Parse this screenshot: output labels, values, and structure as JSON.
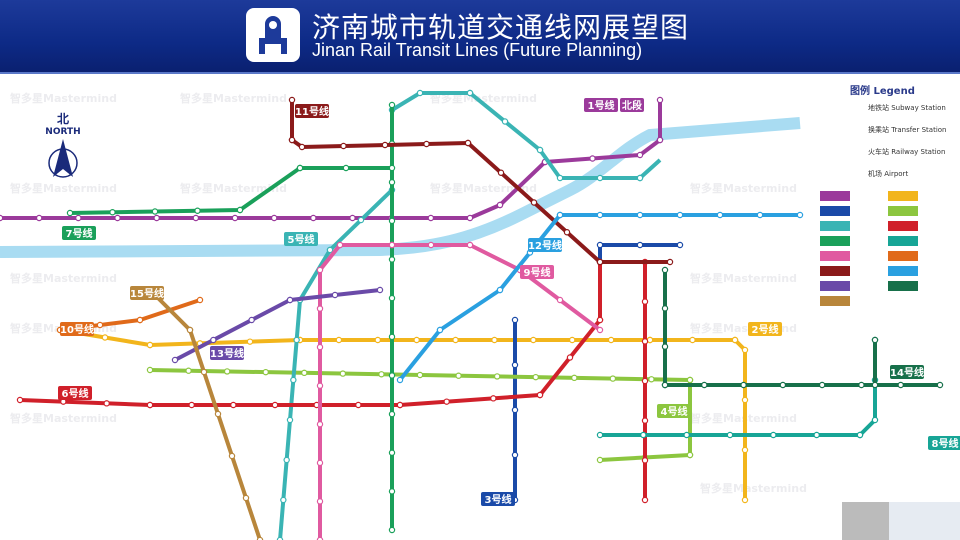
{
  "header": {
    "title_cn": "济南城市轨道交通线网展望图",
    "title_en": "Jinan Rail Transit Lines (Future Planning)"
  },
  "compass": {
    "label_cn": "北",
    "label_en": "NORTH"
  },
  "watermark": "智多星Mastermind",
  "legend": {
    "title": "图例 Legend",
    "items": [
      {
        "label": "地铁站 Subway Station",
        "icon": "subway-station-icon"
      },
      {
        "label": "换乘站 Transfer Station",
        "icon": "transfer-station-icon"
      },
      {
        "label": "火车站 Railway Station",
        "icon": "railway-station-icon"
      },
      {
        "label": "机场 Airport",
        "icon": "airport-icon"
      }
    ],
    "swatches": [
      "#9b3a9b",
      "#f2b51c",
      "#1a4aa8",
      "#8cc63f",
      "#3ab4b4",
      "#d0202a",
      "#1aa05a",
      "#17a596",
      "#e05aa0",
      "#e06a1a",
      "#8b1a1a",
      "#2aa0e0",
      "#6a4aa8",
      "#17704a",
      "#b8863b"
    ]
  },
  "lines": [
    {
      "id": "1",
      "badge": "1号线",
      "sub": "北段",
      "color": "#9b3a9b"
    },
    {
      "id": "2",
      "badge": "2号线",
      "color": "#f2b51c"
    },
    {
      "id": "3",
      "badge": "3号线",
      "color": "#1a4aa8"
    },
    {
      "id": "4",
      "badge": "4号线",
      "color": "#8cc63f"
    },
    {
      "id": "5",
      "badge": "5号线",
      "color": "#3ab4b4"
    },
    {
      "id": "6",
      "badge": "6号线",
      "color": "#d0202a"
    },
    {
      "id": "7",
      "badge": "7号线",
      "color": "#1aa05a"
    },
    {
      "id": "8",
      "badge": "8号线",
      "color": "#17a596"
    },
    {
      "id": "9",
      "badge": "9号线",
      "color": "#e05aa0"
    },
    {
      "id": "10",
      "badge": "10号线",
      "color": "#e06a1a"
    },
    {
      "id": "11",
      "badge": "11号线",
      "color": "#8b1a1a"
    },
    {
      "id": "12",
      "badge": "12号线",
      "color": "#2aa0e0"
    },
    {
      "id": "13",
      "badge": "13号线",
      "color": "#6a4aa8"
    },
    {
      "id": "14",
      "badge": "14号线",
      "color": "#17704a"
    },
    {
      "id": "15",
      "badge": "15号线",
      "color": "#b8863b"
    }
  ],
  "river_color": "#a9dcf2"
}
